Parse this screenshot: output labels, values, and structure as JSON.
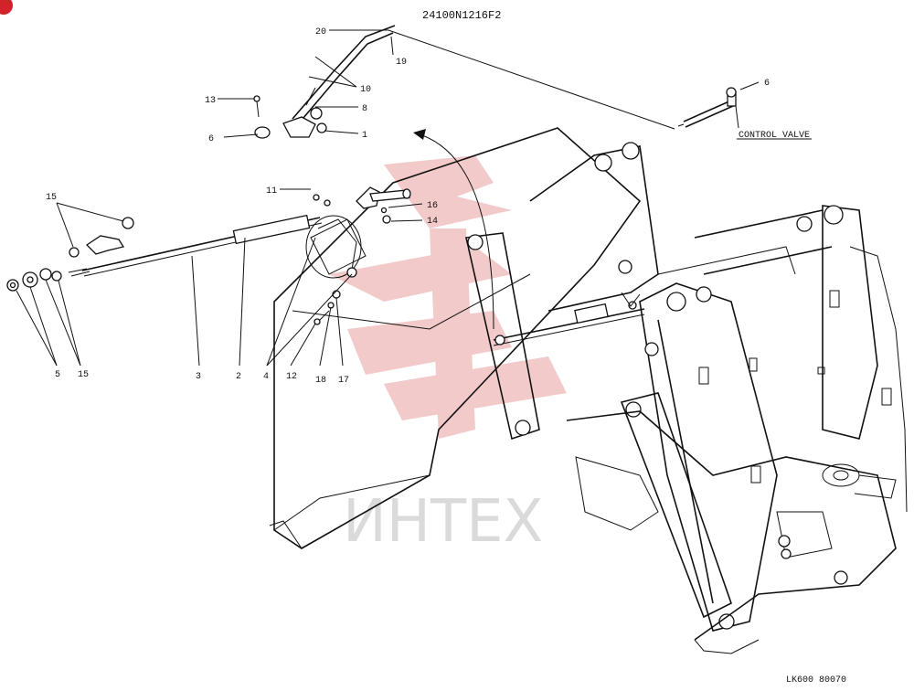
{
  "header": {
    "drawing_code": "24100N1216F2"
  },
  "footer": {
    "sheet_code": "LK600 80070"
  },
  "callouts": {
    "c20": "20",
    "c19": "19",
    "c10": "10",
    "c13": "13",
    "c8": "8",
    "c6a": "6",
    "c1": "1",
    "c6b": "6",
    "c11": "11",
    "c16": "16",
    "c14": "14",
    "c15a": "15",
    "c15b": "15",
    "c5": "5",
    "c3": "3",
    "c2": "2",
    "c4": "4",
    "c12": "12",
    "c18": "18",
    "c17": "17"
  },
  "control_valve_label": "CONTROL VALVE",
  "watermark": {
    "text": "ИНТЕХ",
    "color": "#e8a0a0"
  },
  "colors": {
    "line": "#111111",
    "watermark_gray": "#bdbdbd",
    "watermark_red": "#e8a0a0",
    "corner_badge": "#d2232a"
  }
}
